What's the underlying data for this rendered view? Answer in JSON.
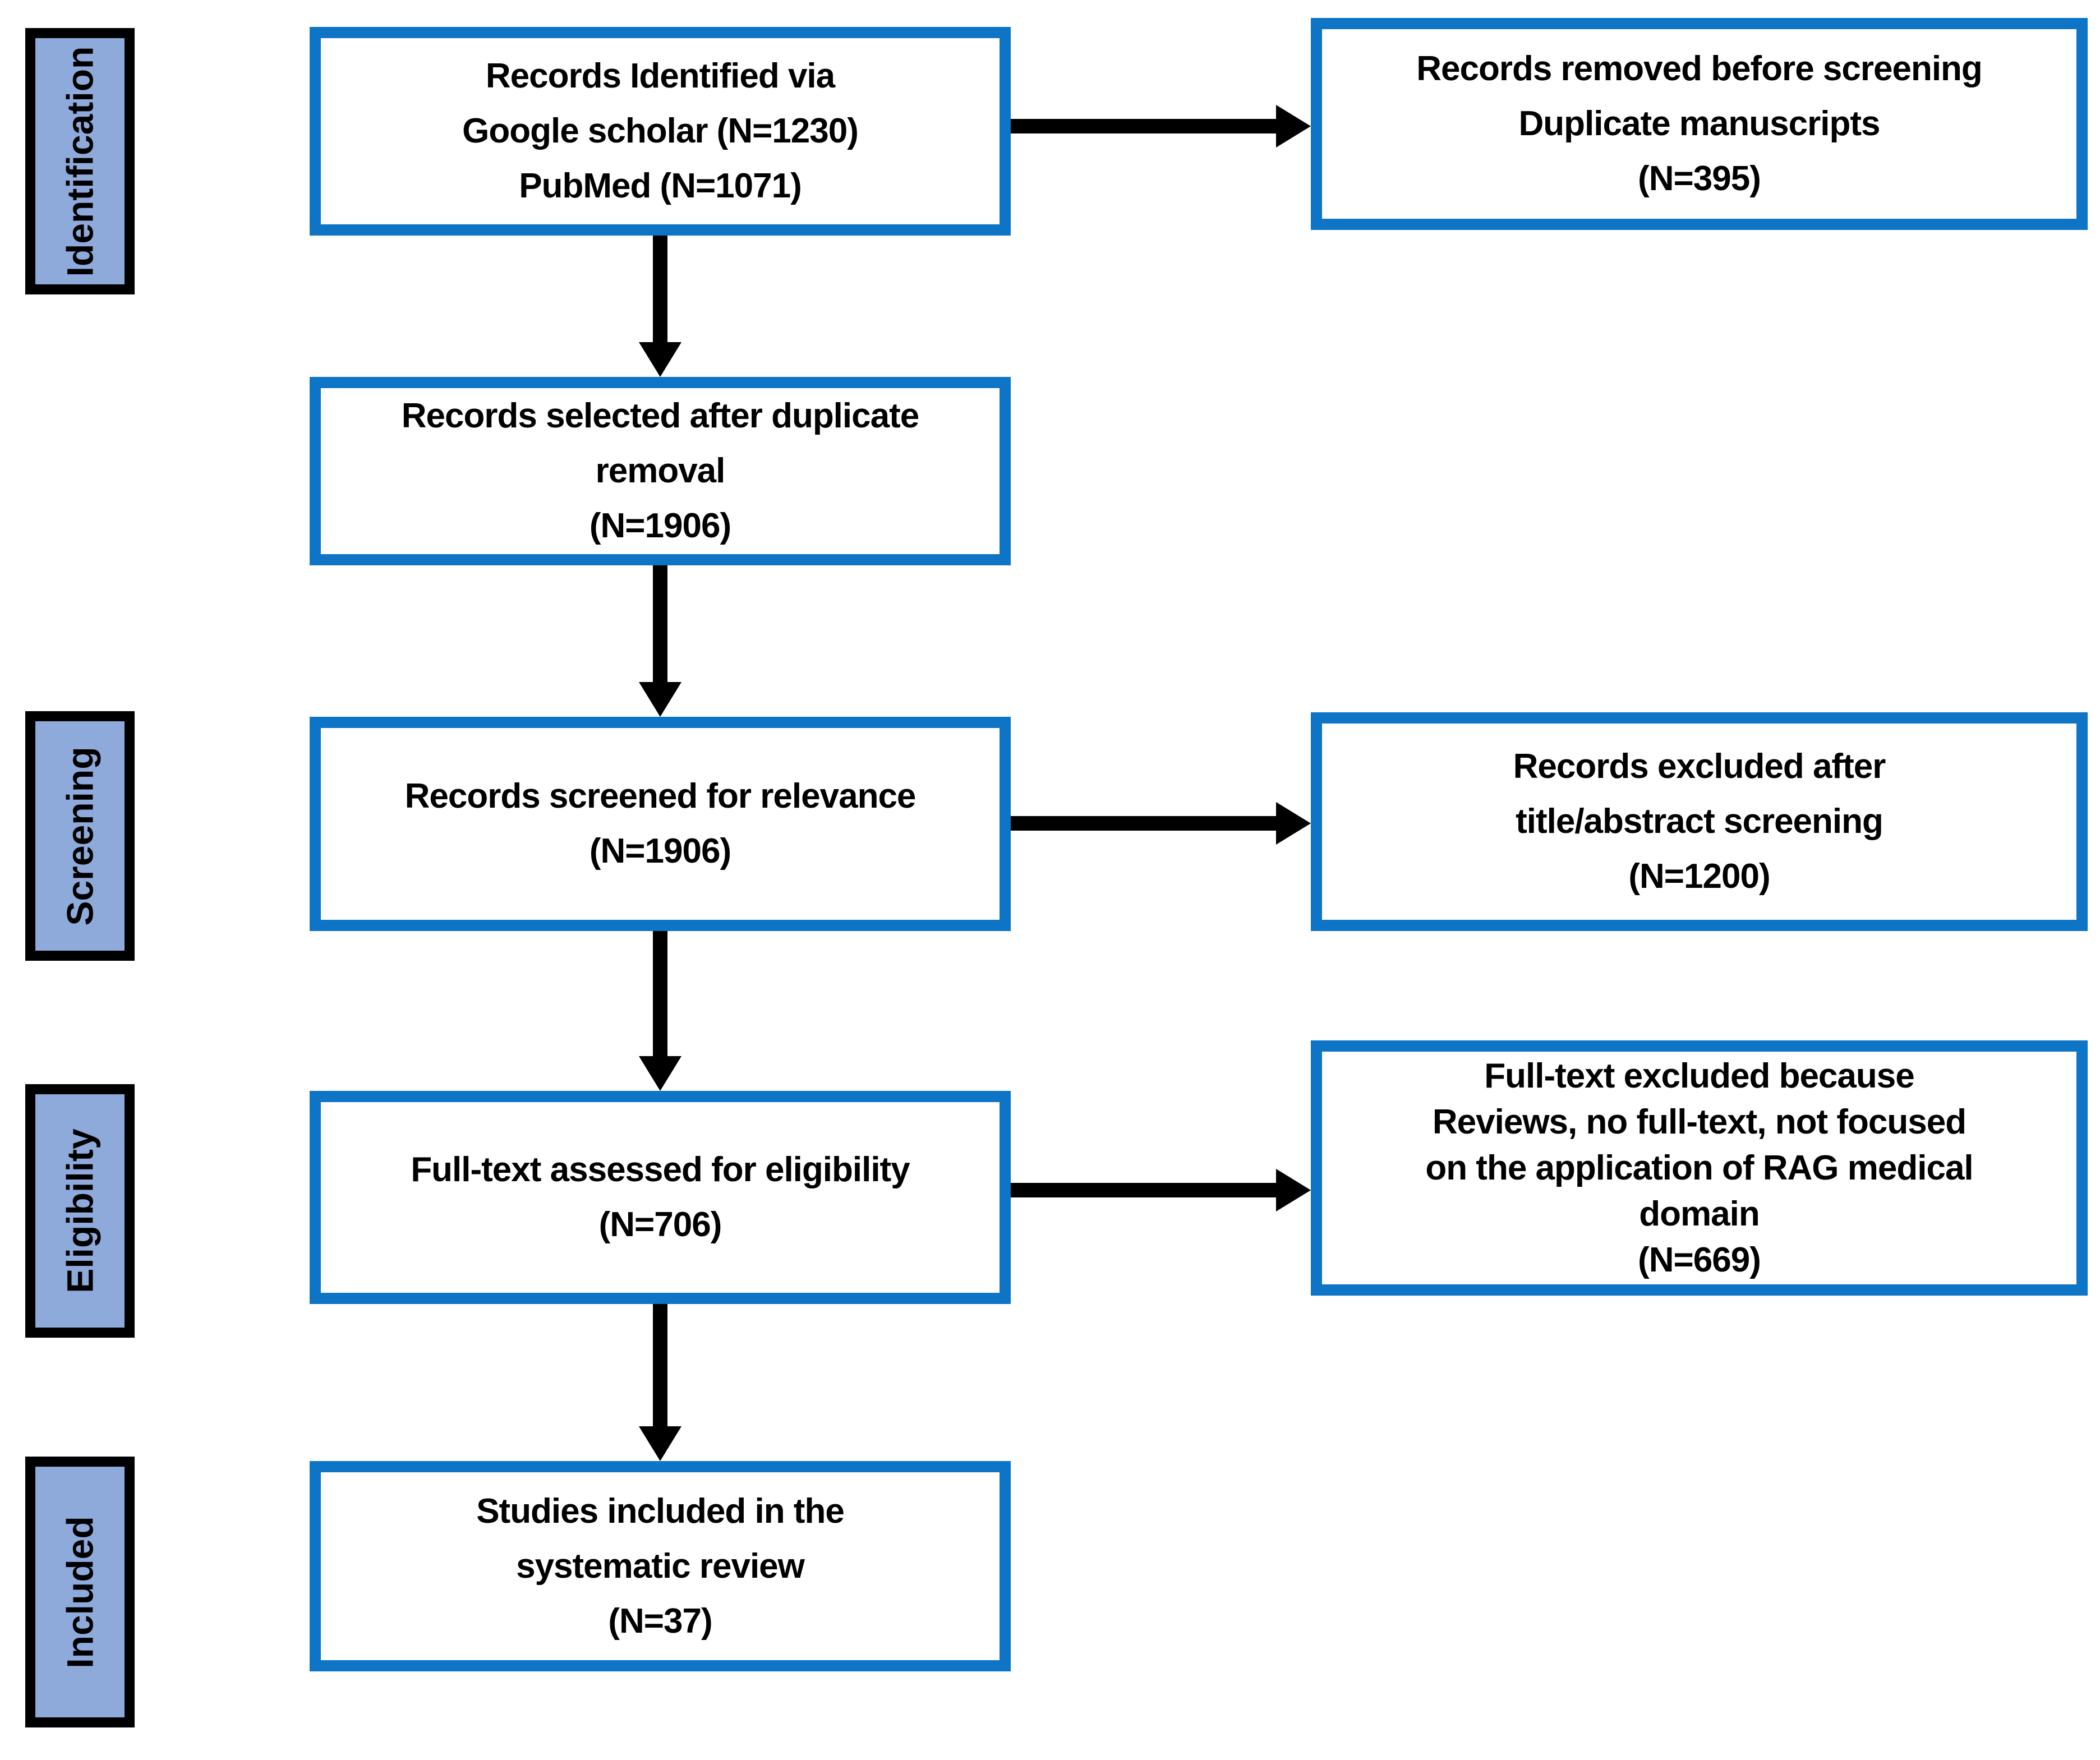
{
  "diagram": {
    "type": "prisma-flow",
    "colors": {
      "box_border": "#0d74c6",
      "sidebar_fill": "#8EAADB",
      "sidebar_border": "#000000",
      "arrow": "#000000",
      "text": "#000000",
      "background": "#ffffff"
    }
  },
  "sidebar": {
    "items": [
      {
        "label": "Identification"
      },
      {
        "label": "Screening"
      },
      {
        "label": "Eligibility"
      },
      {
        "label": "Included"
      }
    ]
  },
  "flow": {
    "main_boxes": [
      {
        "lines": [
          "Records Identified via",
          "Google scholar (N=1230)",
          "PubMed (N=1071)"
        ]
      },
      {
        "lines": [
          "Records selected after duplicate",
          "removal",
          "(N=1906)"
        ]
      },
      {
        "lines": [
          "Records screened for relevance",
          "(N=1906)"
        ]
      },
      {
        "lines": [
          "Full-text assessed for eligibility",
          "(N=706)"
        ]
      },
      {
        "lines": [
          "Studies included in the",
          "systematic review",
          "(N=37)"
        ]
      }
    ],
    "side_boxes": [
      {
        "lines": [
          "Records removed before screening",
          "Duplicate manuscripts",
          "(N=395)"
        ]
      },
      {
        "lines": [
          "Records excluded after",
          "title/abstract screening",
          "(N=1200)"
        ]
      },
      {
        "lines": [
          "Full-text excluded because",
          "Reviews, no full-text, not focused",
          "on the application of RAG medical",
          "domain",
          "(N=669)"
        ]
      }
    ]
  }
}
